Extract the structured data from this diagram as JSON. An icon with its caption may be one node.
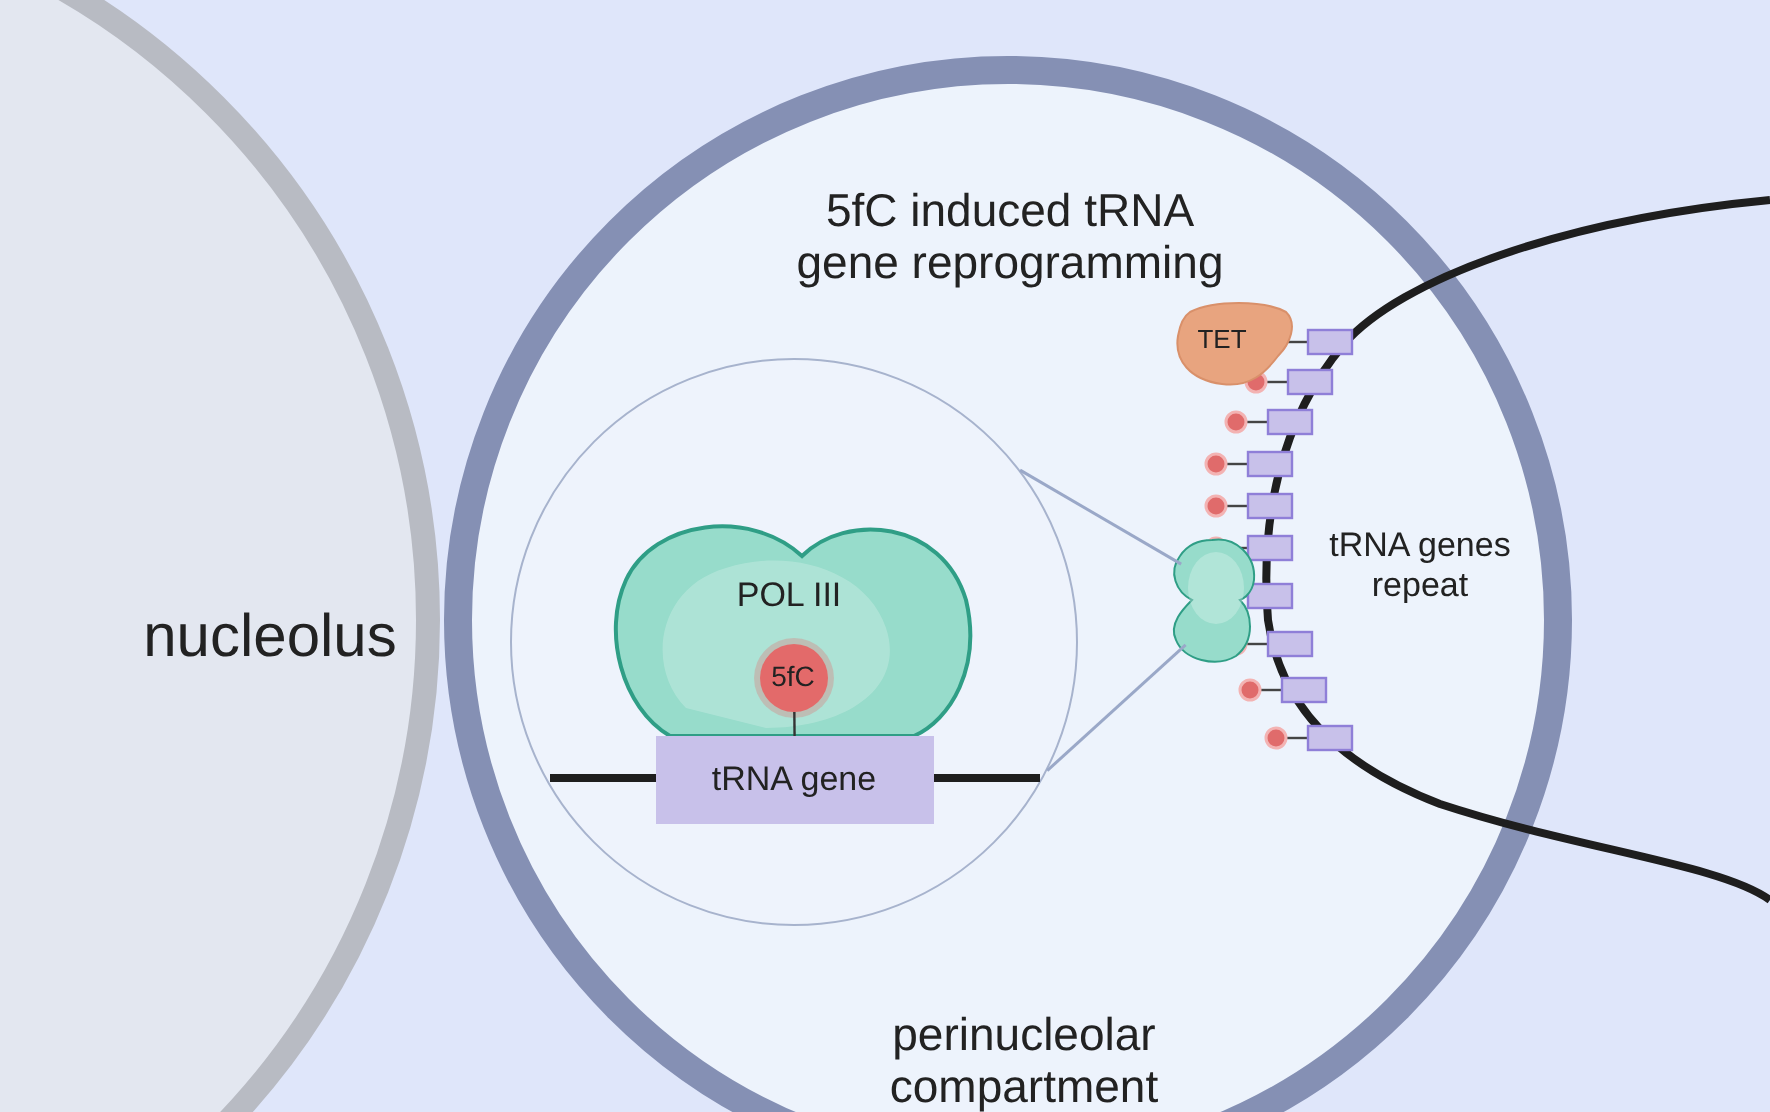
{
  "diagram": {
    "title": "5fC induced tRNA gene reprogramming",
    "nodes": [
      {
        "text": [
          "nucleolus"
        ]
      },
      {
        "text": [
          "perinucleolar compartment"
        ]
      },
      {
        "text": [],
        "shape": "circle",
        "in": 1
      },
      {
        "text": [
          "POL III"
        ],
        "in": 2
      },
      {
        "text": [
          "5fC"
        ],
        "in": 3
      },
      {
        "text": [
          "tRNA gene"
        ],
        "in": 2
      },
      {
        "text": [
          "TET"
        ],
        "in": 1
      },
      {
        "text": [],
        "shape": "picture",
        "in": 1
      }
    ],
    "edges": [
      {
        "from": 7,
        "to": 2,
        "arrow": "none"
      },
      {
        "from": 7,
        "to": 2,
        "arrow": "none"
      },
      {
        "from": 4,
        "to": 5,
        "arrow": "none",
        "color": "#333333"
      }
    ],
    "labels": [
      "tRNA genes repeat"
    ]
  }
}
